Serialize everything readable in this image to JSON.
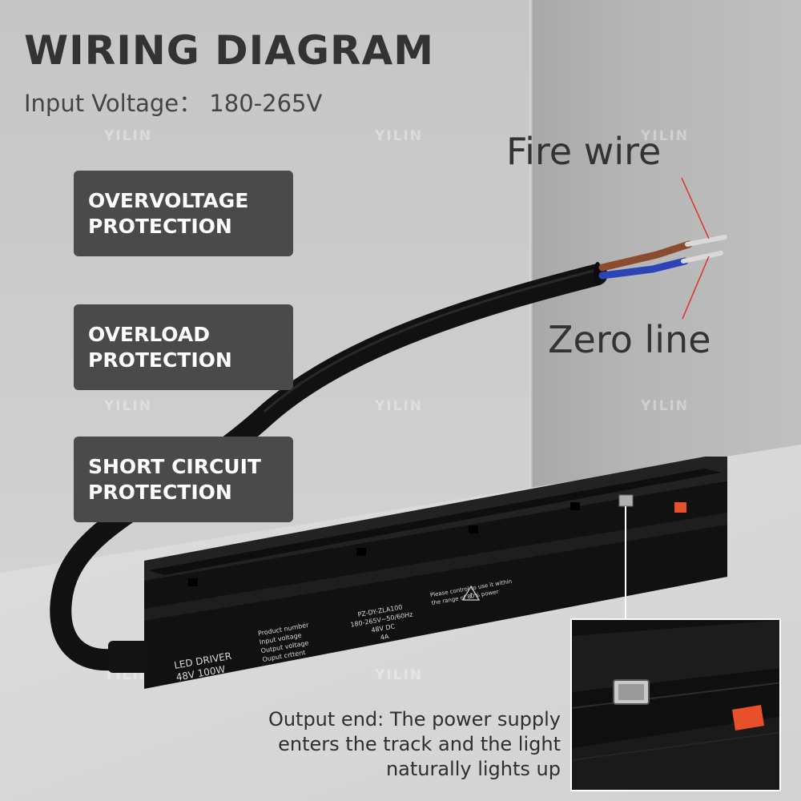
{
  "title": "WIRING DIAGRAM",
  "input_voltage": "Input Voltage：  180-265V",
  "features": [
    {
      "line1": "OVERVOLTAGE",
      "line2": "PROTECTION"
    },
    {
      "line1": "OVERLOAD",
      "line2": "PROTECTION"
    },
    {
      "line1": "SHORT CIRCUIT",
      "line2": "PROTECTION"
    }
  ],
  "labels": {
    "fire_wire": "Fire wire",
    "zero_line": "Zero line"
  },
  "output_caption": [
    "Output end: The power supply",
    "enters the track and the light",
    "naturally lights up"
  ],
  "driver_label": {
    "name": "LED DRIVER",
    "rating": "48V 100W",
    "spec_keys": [
      "Product number",
      "Input voltage",
      "Output voltage",
      "Ouput crttent"
    ],
    "spec_values": [
      "PZ-DY-ZLA100",
      "180-265V~50/60Hz",
      "48V DC",
      "4A"
    ],
    "warning": [
      "Please control to use it within",
      "the range of 80% power"
    ]
  },
  "watermark": "YILIN",
  "colors": {
    "box_bg": "#4a4a4a",
    "annotation_red": "#e0302a",
    "wire_brown": "#8a4b2e",
    "wire_blue": "#2d43b8",
    "orange_terminal": "#e8502a"
  }
}
